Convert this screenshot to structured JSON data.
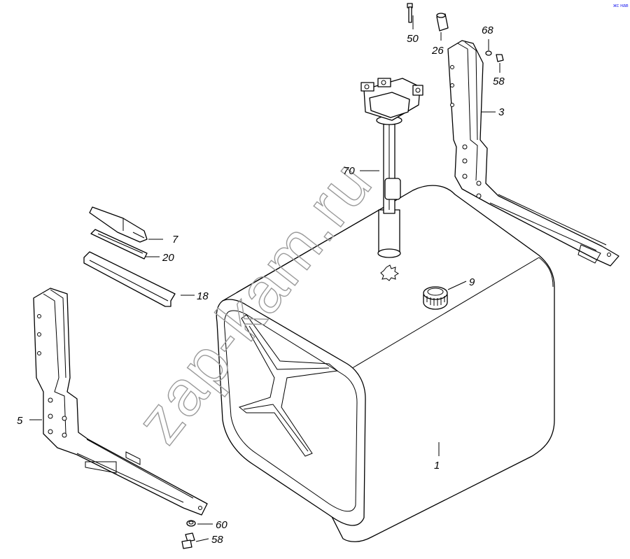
{
  "watermark": "zap-kam.ru",
  "corner_mark": "жс нав",
  "callouts": {
    "p1": "1",
    "p3": "3",
    "p5": "5",
    "p7": "7",
    "p9": "9",
    "p18": "18",
    "p20": "20",
    "p26": "26",
    "p50": "50",
    "p58a": "58",
    "p58b": "58",
    "p60": "60",
    "p68": "68",
    "p70": "70"
  }
}
